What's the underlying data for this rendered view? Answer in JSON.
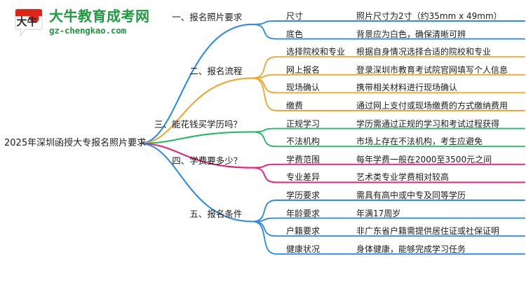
{
  "logo": {
    "mark_text": "大牛",
    "name": "大牛教育成考网",
    "url": "gz-chengkao.com",
    "brand_color": "#1f9a3f",
    "mark_color": "#e2231a"
  },
  "mindmap": {
    "root": "2025年深圳函授大专报名照片要求",
    "branches": [
      {
        "id": "branch-1",
        "title": "一、报名照片要求",
        "color": "#2e8be6",
        "leaves": [
          {
            "label": "尺寸",
            "desc": "照片尺寸为2寸（约35mm x 49mm）"
          },
          {
            "label": "底色",
            "desc": "背景应为白色，确保清晰可辨"
          }
        ]
      },
      {
        "id": "branch-2",
        "title": "二、报名流程",
        "color": "#f0a830",
        "leaves": [
          {
            "label": "选择院校和专业",
            "desc": "根据自身情况选择合适的院校和专业"
          },
          {
            "label": "网上报名",
            "desc": "登录深圳市教育考试院官网填写个人信息"
          },
          {
            "label": "现场确认",
            "desc": "携带相关材料进行现场确认"
          },
          {
            "label": "缴费",
            "desc": "通过网上支付或现场缴费的方式缴纳费用"
          }
        ]
      },
      {
        "id": "branch-3",
        "title": "三、能花钱买学历吗？",
        "color": "#22bb66",
        "leaves": [
          {
            "label": "正规学习",
            "desc": "学历需通过正规的学习和考试过程获得"
          },
          {
            "label": "不法机构",
            "desc": "市场上存在不法机构，考生应避免"
          }
        ]
      },
      {
        "id": "branch-4",
        "title": "四、学费要多少？",
        "color": "#ec1e7a",
        "leaves": [
          {
            "label": "学费范围",
            "desc": "每年学费一般在2000至3500元之间"
          },
          {
            "label": "专业差异",
            "desc": "艺术类专业学费相对较高"
          }
        ]
      },
      {
        "id": "branch-5",
        "title": "五、报名条件",
        "color": "#2e8be6",
        "leaves": [
          {
            "label": "学历要求",
            "desc": "需具有高中或中专及同等学历"
          },
          {
            "label": "年龄要求",
            "desc": "年满17周岁"
          },
          {
            "label": "户籍要求",
            "desc": "非广东省户籍需提供居住证或社保证明"
          },
          {
            "label": "健康状况",
            "desc": "身体健康，能够完成学习任务"
          }
        ]
      }
    ]
  }
}
